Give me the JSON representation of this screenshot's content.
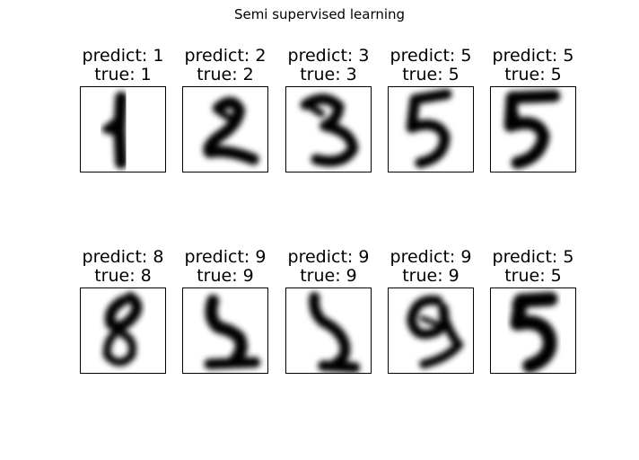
{
  "figure": {
    "title": "Semi supervised learning"
  },
  "panels": [
    {
      "predict_label": "predict: 1",
      "true_label": "true: 1",
      "predict": 1,
      "true": 1
    },
    {
      "predict_label": "predict: 2",
      "true_label": "true: 2",
      "predict": 2,
      "true": 2
    },
    {
      "predict_label": "predict: 3",
      "true_label": "true: 3",
      "predict": 3,
      "true": 3
    },
    {
      "predict_label": "predict: 5",
      "true_label": "true: 5",
      "predict": 5,
      "true": 5
    },
    {
      "predict_label": "predict: 5",
      "true_label": "true: 5",
      "predict": 5,
      "true": 5
    },
    {
      "predict_label": "predict: 8",
      "true_label": "true: 8",
      "predict": 8,
      "true": 8
    },
    {
      "predict_label": "predict: 9",
      "true_label": "true: 9",
      "predict": 9,
      "true": 9
    },
    {
      "predict_label": "predict: 9",
      "true_label": "true: 9",
      "predict": 9,
      "true": 9
    },
    {
      "predict_label": "predict: 9",
      "true_label": "true: 9",
      "predict": 9,
      "true": 9
    },
    {
      "predict_label": "predict: 5",
      "true_label": "true: 5",
      "predict": 5,
      "true": 5
    }
  ]
}
